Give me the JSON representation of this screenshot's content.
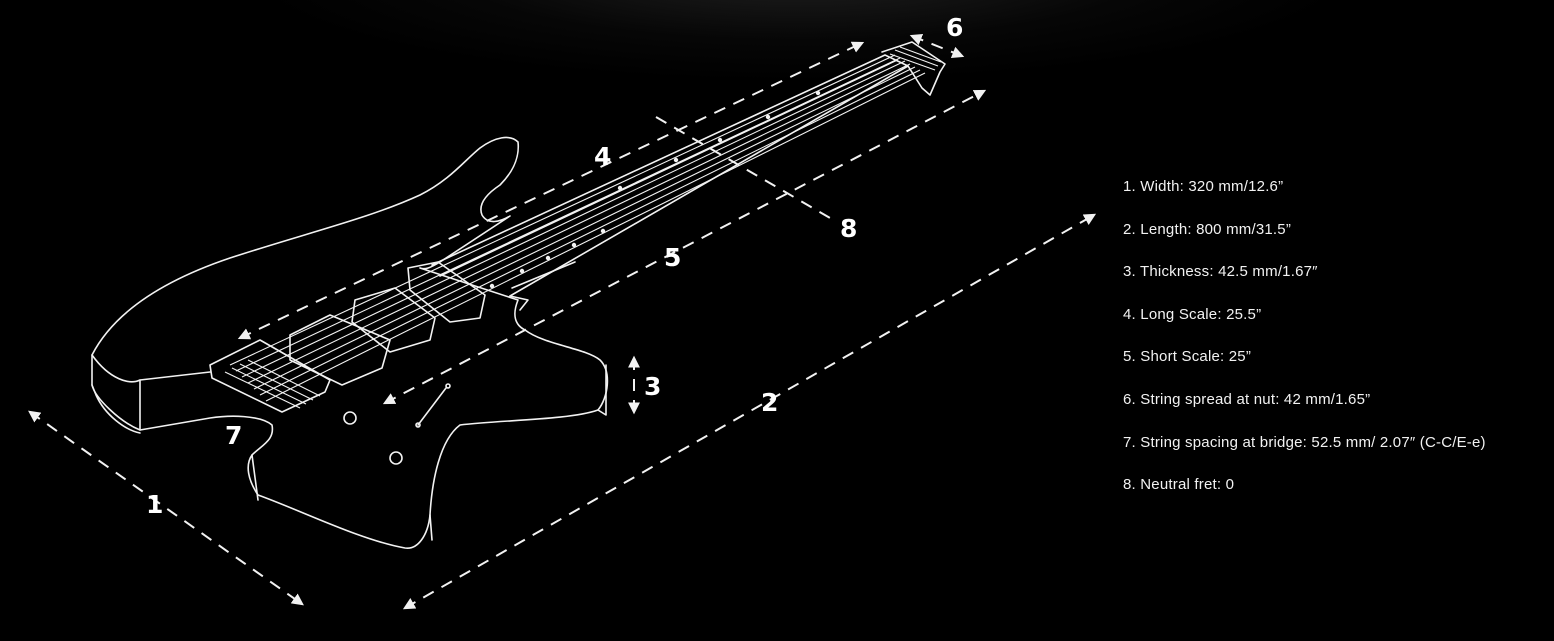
{
  "callouts": {
    "n1": "1",
    "n2": "2",
    "n3": "3",
    "n4": "4",
    "n5": "5",
    "n6": "6",
    "n7": "7",
    "n8": "8"
  },
  "specs": [
    "1. Width: 320 mm/12.6”",
    "2. Length: 800 mm/31.5”",
    "3. Thickness: 42.5 mm/1.67″",
    "4. Long Scale: 25.5”",
    "5. Short Scale: 25”",
    "6. String spread at nut: 42 mm/1.65”",
    "7. String spacing at bridge: 52.5 mm/ 2.07″ (C-C/E-e)",
    "8. Neutral fret: 0"
  ]
}
